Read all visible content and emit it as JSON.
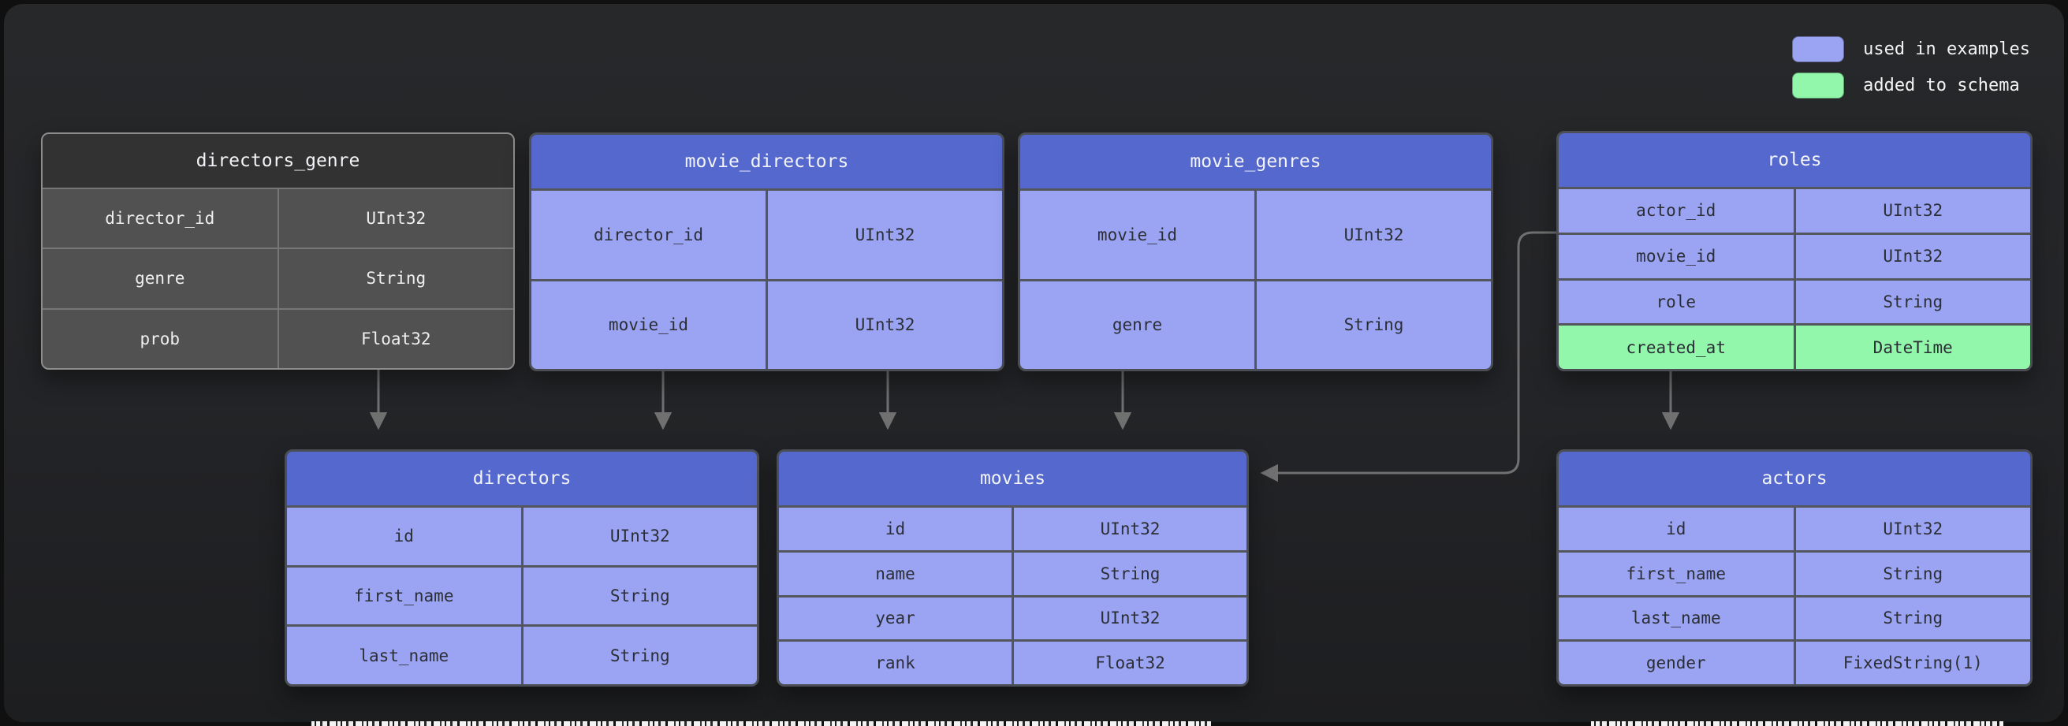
{
  "legend": {
    "items": [
      {
        "label": "used in examples",
        "color": "#9aa4f2"
      },
      {
        "label": "added to schema",
        "color": "#93f7ab"
      }
    ]
  },
  "colors": {
    "table_header_blue": "#5568cd",
    "table_row_blue": "#9aa4f2",
    "table_row_green": "#93f7ab",
    "gray_table_header": "#323232",
    "gray_table_row": "#515151",
    "arrow": "#707070"
  },
  "tables": [
    {
      "name": "directors_genre",
      "style": "gray",
      "fields": [
        {
          "name": "director_id",
          "type": "UInt32"
        },
        {
          "name": "genre",
          "type": "String"
        },
        {
          "name": "prob",
          "type": "Float32"
        }
      ]
    },
    {
      "name": "movie_directors",
      "style": "blue",
      "fields": [
        {
          "name": "director_id",
          "type": "UInt32"
        },
        {
          "name": "movie_id",
          "type": "UInt32"
        }
      ]
    },
    {
      "name": "movie_genres",
      "style": "blue",
      "fields": [
        {
          "name": "movie_id",
          "type": "UInt32"
        },
        {
          "name": "genre",
          "type": "String"
        }
      ]
    },
    {
      "name": "roles",
      "style": "blue",
      "fields": [
        {
          "name": "actor_id",
          "type": "UInt32"
        },
        {
          "name": "movie_id",
          "type": "UInt32"
        },
        {
          "name": "role",
          "type": "String"
        },
        {
          "name": "created_at",
          "type": "DateTime",
          "highlight": "added_to_schema"
        }
      ]
    },
    {
      "name": "directors",
      "style": "blue",
      "fields": [
        {
          "name": "id",
          "type": "UInt32"
        },
        {
          "name": "first_name",
          "type": "String"
        },
        {
          "name": "last_name",
          "type": "String"
        }
      ]
    },
    {
      "name": "movies",
      "style": "blue",
      "fields": [
        {
          "name": "id",
          "type": "UInt32"
        },
        {
          "name": "name",
          "type": "String"
        },
        {
          "name": "year",
          "type": "UInt32"
        },
        {
          "name": "rank",
          "type": "Float32"
        }
      ]
    },
    {
      "name": "actors",
      "style": "blue",
      "fields": [
        {
          "name": "id",
          "type": "UInt32"
        },
        {
          "name": "first_name",
          "type": "String"
        },
        {
          "name": "last_name",
          "type": "String"
        },
        {
          "name": "gender",
          "type": "FixedString(1)"
        }
      ]
    }
  ],
  "relations": [
    {
      "from": "directors_genre",
      "to": "directors"
    },
    {
      "from": "movie_directors",
      "to": "directors"
    },
    {
      "from": "movie_directors",
      "to": "movies"
    },
    {
      "from": "movie_genres",
      "to": "movies"
    },
    {
      "from": "roles",
      "to": "movies"
    },
    {
      "from": "roles",
      "to": "actors"
    }
  ]
}
